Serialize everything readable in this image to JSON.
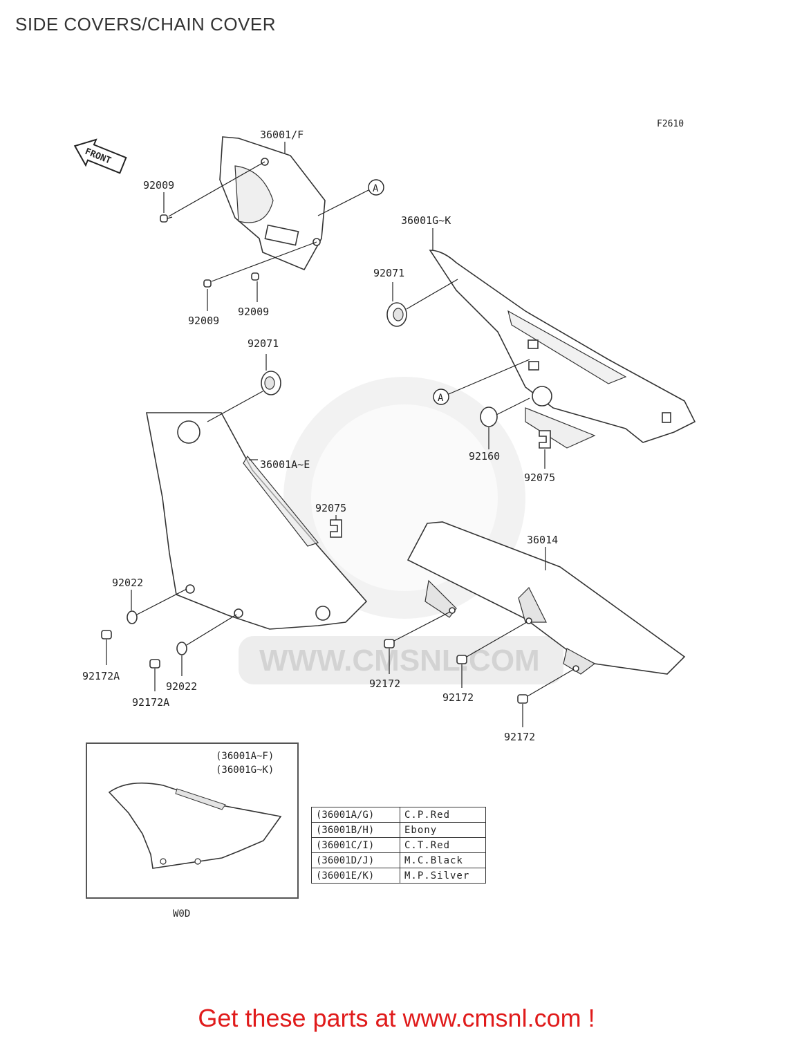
{
  "title": "SIDE COVERS/CHAIN COVER",
  "figure_code": "F2610",
  "front_label": "FRONT",
  "watermark": "WWW.CMSNL.COM",
  "callout_marker": "A",
  "part_labels": {
    "chain_cover_upper": "36001/F",
    "screw_top": "92009",
    "screw_bottom_left": "92009",
    "screw_bottom_right": "92009",
    "right_cover": "36001G~K",
    "grommet_right": "92071",
    "grommet_left": "92071",
    "grommet_92160": "92160",
    "clip_right": "92075",
    "left_cover": "36001A~E",
    "clip_left": "92075",
    "chain_cover": "36014",
    "washer_top": "92022",
    "washer_bottom": "92022",
    "bolt_a_left": "92172A",
    "bolt_a_right": "92172A",
    "bolt_1": "92172",
    "bolt_2": "92172",
    "bolt_3": "92172"
  },
  "inset": {
    "line1": "(36001A~F)",
    "line2": "(36001G~K)",
    "caption": "W0D"
  },
  "color_table": [
    {
      "code": "(36001A/G)",
      "color": "C.P.Red"
    },
    {
      "code": "(36001B/H)",
      "color": "Ebony"
    },
    {
      "code": "(36001C/I)",
      "color": "C.T.Red"
    },
    {
      "code": "(36001D/J)",
      "color": "M.C.Black"
    },
    {
      "code": "(36001E/K)",
      "color": "M.P.Silver"
    }
  ],
  "footer": "Get these parts at www.cmsnl.com !"
}
